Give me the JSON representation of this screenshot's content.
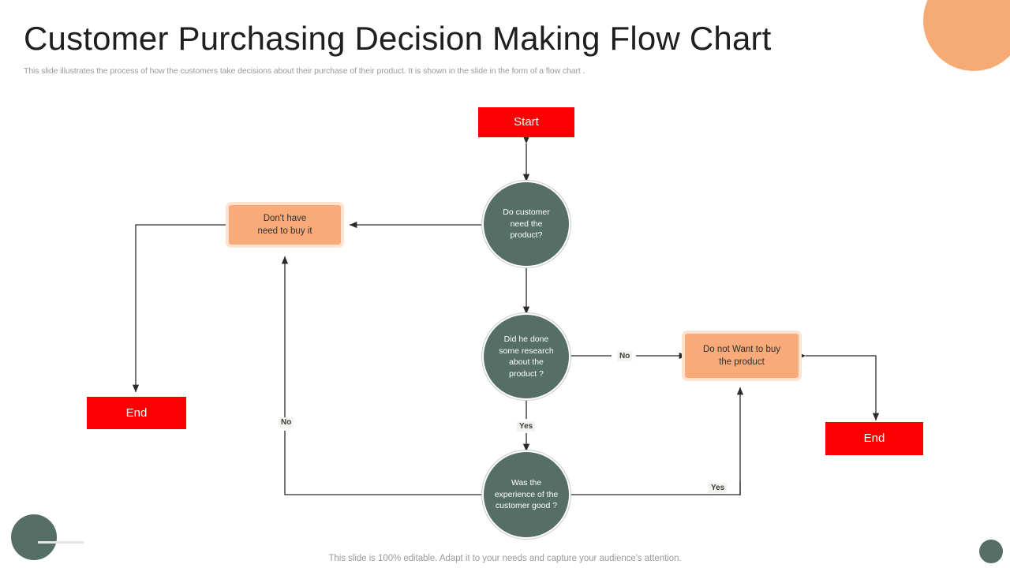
{
  "slide": {
    "title": "Customer Purchasing Decision Making Flow Chart",
    "subtitle": "This slide illustrates the process of  how the customers take decisions  about their purchase of their product. It is shown in the slide in the form of a flow chart .",
    "footer_note": "This slide is 100% editable. Adapt it to your needs and capture your audience's attention."
  },
  "colors": {
    "terminal_fill": "#fa0000",
    "terminal_text": "#ffffff",
    "decision_fill": "#556e66",
    "decision_text": "#ffffff",
    "process_fill": "#f8ab79",
    "process_border": "#fde3cf",
    "process_text": "#2f2f2f",
    "accent_orange": "#f7ab74",
    "accent_green": "#556e66",
    "connector": "#2b2b2b"
  },
  "chart_data": {
    "type": "diagram",
    "title": "Customer Purchasing Decision Making Flow Chart",
    "nodes": [
      {
        "id": "start",
        "label": "Start",
        "shape": "rectangle",
        "role": "terminal"
      },
      {
        "id": "need",
        "label": "Do customer need the product?",
        "shape": "circle",
        "role": "decision"
      },
      {
        "id": "noneed",
        "label": "Don't have need to buy it",
        "shape": "rounded",
        "role": "process"
      },
      {
        "id": "research",
        "label": "Did he done some research about the product ?",
        "shape": "circle",
        "role": "decision"
      },
      {
        "id": "nowant",
        "label": "Do not Want to buy the product",
        "shape": "rounded",
        "role": "process"
      },
      {
        "id": "experience",
        "label": "Was the experience of the customer good ?",
        "shape": "circle",
        "role": "decision"
      },
      {
        "id": "end-left",
        "label": "End",
        "shape": "rectangle",
        "role": "terminal"
      },
      {
        "id": "end-right",
        "label": "End",
        "shape": "rectangle",
        "role": "terminal"
      }
    ],
    "edges": [
      {
        "from": "start",
        "to": "need",
        "label": ""
      },
      {
        "from": "need",
        "to": "noneed",
        "label": ""
      },
      {
        "from": "noneed",
        "to": "end-left",
        "label": ""
      },
      {
        "from": "need",
        "to": "research",
        "label": ""
      },
      {
        "from": "research",
        "to": "nowant",
        "label": "No"
      },
      {
        "from": "nowant",
        "to": "end-right",
        "label": ""
      },
      {
        "from": "research",
        "to": "experience",
        "label": "Yes"
      },
      {
        "from": "experience",
        "to": "noneed",
        "label": "No"
      },
      {
        "from": "experience",
        "to": "nowant",
        "label": "Yes"
      }
    ]
  },
  "nodes": {
    "start": "Start",
    "need": {
      "l1": "Do customer",
      "l2": "need the",
      "l3": "product?"
    },
    "noneed": {
      "l1": "Don't have",
      "l2": "need to buy it"
    },
    "research": {
      "l1": "Did he done",
      "l2": "some research",
      "l3": "about the",
      "l4": "product ?"
    },
    "nowant": {
      "l1": "Do not Want to buy",
      "l2": "the product"
    },
    "experience": {
      "l1": "Was the",
      "l2": "experience of the",
      "l3": "customer good ?"
    },
    "end_left": "End",
    "end_right": "End"
  },
  "edge_labels": {
    "no_left": "No",
    "yes_center": "Yes",
    "no_right": "No",
    "yes_bottom": "Yes"
  }
}
